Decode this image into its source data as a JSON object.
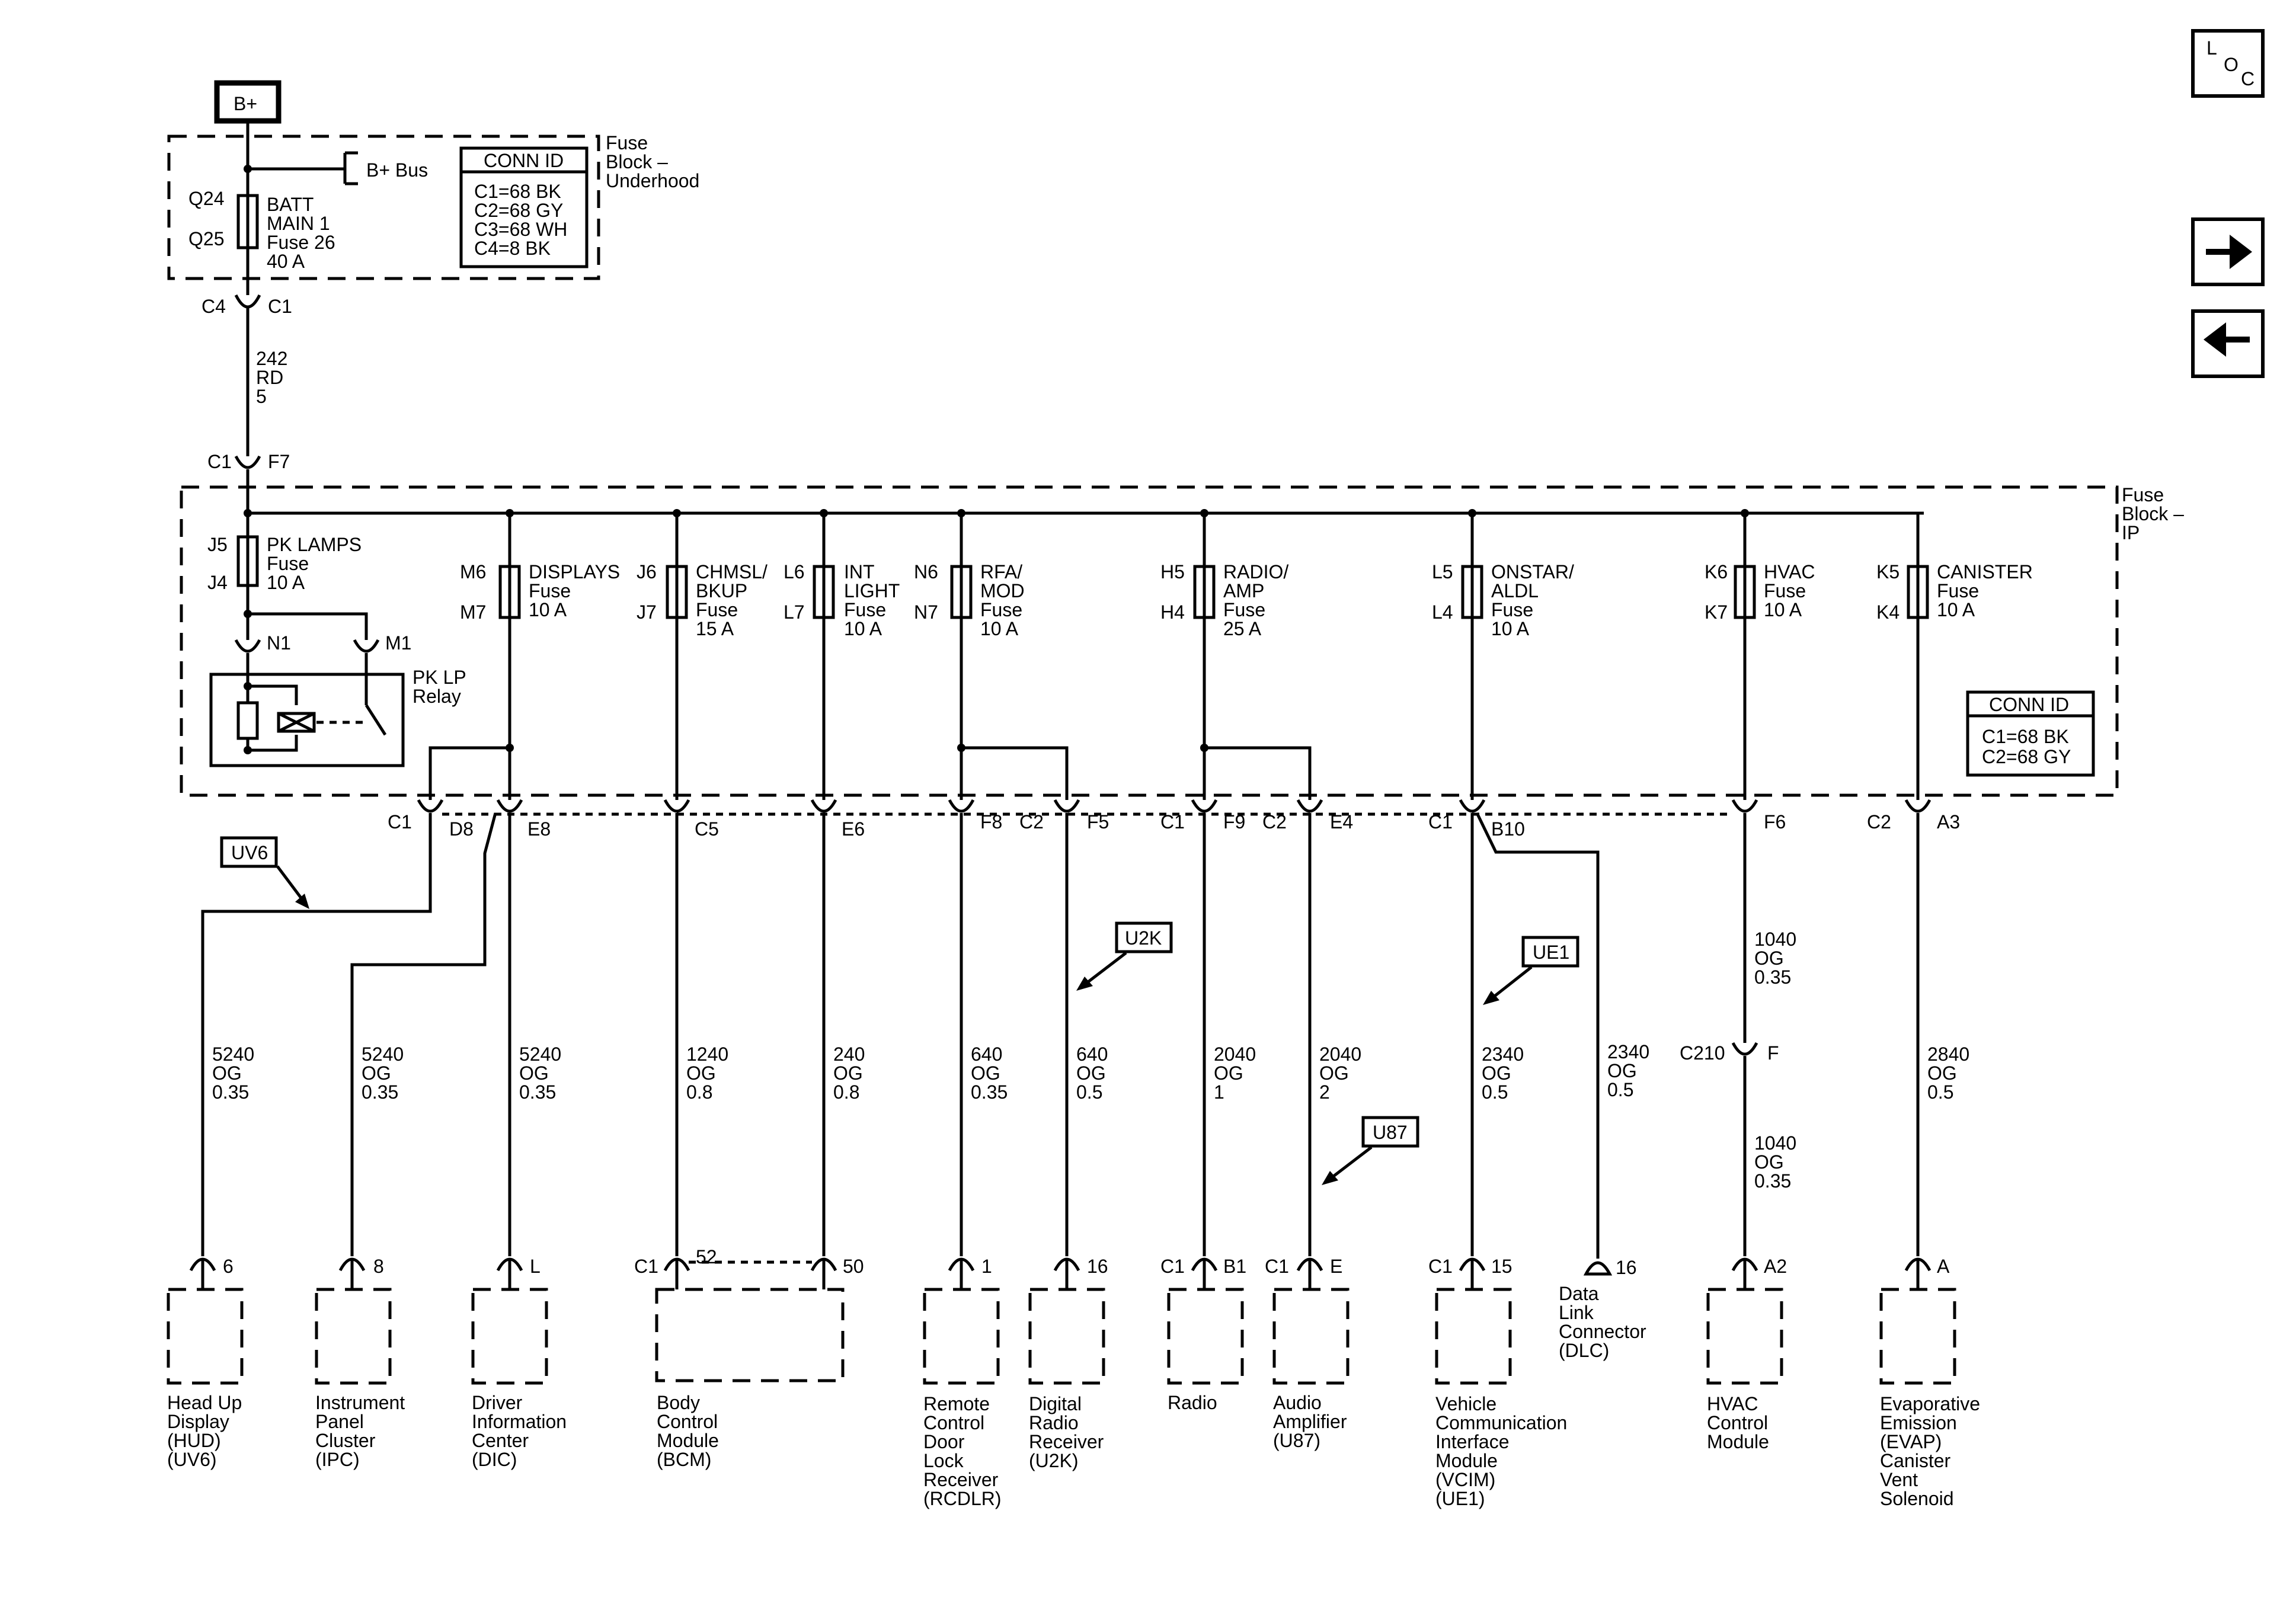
{
  "power": {
    "source": "B+",
    "bus": "B+ Bus",
    "underhood": {
      "name_1": "Fuse",
      "name_2": "Block –",
      "name_3": "Underhood",
      "pin_in": "Q24",
      "pin_out": "Q25",
      "fuse_1": "BATT",
      "fuse_2": "MAIN 1",
      "fuse_3": "Fuse 26",
      "fuse_4": "40 A",
      "conn_c4": "C4",
      "conn_c1": "C1"
    },
    "conn_id_top": {
      "title": "CONN ID",
      "l1": "C1=68 BK",
      "l2": "C2=68 GY",
      "l3": "C3=68 WH",
      "l4": "C4=8 BK"
    },
    "main_wire": {
      "ckt": "242",
      "color": "RD",
      "gauge": "5"
    },
    "ip_entry": {
      "c1": "C1",
      "f7": "F7"
    }
  },
  "ip_block": {
    "name_1": "Fuse",
    "name_2": "Block –",
    "name_3": "IP",
    "conn_id": {
      "title": "CONN ID",
      "l1": "C1=68 BK",
      "l2": "C2=68 GY"
    },
    "pk_lamps": {
      "p_in": "J5",
      "p_out": "J4",
      "l1": "PK LAMPS",
      "l2": "Fuse",
      "l3": "10 A"
    },
    "relay": {
      "n1": "N1",
      "m1": "M1",
      "l1": "PK LP",
      "l2": "Relay"
    },
    "fuses": [
      {
        "p_in": "M6",
        "p_out": "M7",
        "l1": "DISPLAYS",
        "l2": "Fuse",
        "l3": "10 A"
      },
      {
        "p_in": "J6",
        "p_out": "J7",
        "l1": "CHMSL/",
        "l2": "BKUP",
        "l3": "Fuse",
        "l4": "15 A"
      },
      {
        "p_in": "L6",
        "p_out": "L7",
        "l1": "INT",
        "l2": "LIGHT",
        "l3": "Fuse",
        "l4": "10 A"
      },
      {
        "p_in": "N6",
        "p_out": "N7",
        "l1": "RFA/",
        "l2": "MOD",
        "l3": "Fuse",
        "l4": "10 A"
      },
      {
        "p_in": "H5",
        "p_out": "H4",
        "l1": "RADIO/",
        "l2": "AMP",
        "l3": "Fuse",
        "l4": "25 A"
      },
      {
        "p_in": "L5",
        "p_out": "L4",
        "l1": "ONSTAR/",
        "l2": "ALDL",
        "l3": "Fuse",
        "l4": "10 A"
      },
      {
        "p_in": "K6",
        "p_out": "K7",
        "l1": "HVAC",
        "l2": "Fuse",
        "l3": "10 A"
      },
      {
        "p_in": "K5",
        "p_out": "K4",
        "l1": "CANISTER",
        "l2": "Fuse",
        "l3": "10 A"
      }
    ]
  },
  "connectors": {
    "c1_left": "C1",
    "d8": "D8",
    "e8": "E8",
    "c5": "C5",
    "e6": "E6",
    "f8": "F8",
    "c2_f5": "C2",
    "f5": "F5",
    "c1_f9": "C1",
    "f9": "F9",
    "c2_e4": "C2",
    "e4": "E4",
    "c1_b10": "C1",
    "b10": "B10",
    "f6": "F6",
    "c2_a3": "C2",
    "a3": "A3",
    "c210": "C210",
    "c210_pin": "F"
  },
  "options": {
    "uv6": "UV6",
    "u2k": "U2K",
    "ue1": "UE1",
    "u87": "U87"
  },
  "wires": [
    {
      "ckt": "5240",
      "color": "OG",
      "gauge": "0.35"
    },
    {
      "ckt": "5240",
      "color": "OG",
      "gauge": "0.35"
    },
    {
      "ckt": "5240",
      "color": "OG",
      "gauge": "0.35"
    },
    {
      "ckt": "1240",
      "color": "OG",
      "gauge": "0.8"
    },
    {
      "ckt": "240",
      "color": "OG",
      "gauge": "0.8"
    },
    {
      "ckt": "640",
      "color": "OG",
      "gauge": "0.35"
    },
    {
      "ckt": "640",
      "color": "OG",
      "gauge": "0.5"
    },
    {
      "ckt": "2040",
      "color": "OG",
      "gauge": "1"
    },
    {
      "ckt": "2040",
      "color": "OG",
      "gauge": "2"
    },
    {
      "ckt": "2340",
      "color": "OG",
      "gauge": "0.5"
    },
    {
      "ckt": "2340",
      "color": "OG",
      "gauge": "0.5"
    },
    {
      "ckt": "1040",
      "color": "OG",
      "gauge": "0.35"
    },
    {
      "ckt": "1040",
      "color": "OG",
      "gauge": "0.35"
    },
    {
      "ckt": "2840",
      "color": "OG",
      "gauge": "0.5"
    }
  ],
  "components": [
    {
      "pin": "6",
      "l1": "Head Up",
      "l2": "Display",
      "l3": "(HUD)",
      "l4": "(UV6)"
    },
    {
      "pin": "8",
      "l1": "Instrument",
      "l2": "Panel",
      "l3": "Cluster",
      "l4": "(IPC)"
    },
    {
      "pin": "L",
      "l1": "Driver",
      "l2": "Information",
      "l3": "Center",
      "l4": "(DIC)"
    },
    {
      "conn": "C1",
      "pin": "52",
      "pin2": "50",
      "l1": "Body",
      "l2": "Control",
      "l3": "Module",
      "l4": "(BCM)"
    },
    {
      "pin": "1",
      "l1": "Remote",
      "l2": "Control",
      "l3": "Door",
      "l4": "Lock",
      "l5": "Receiver",
      "l6": "(RCDLR)"
    },
    {
      "pin": "16",
      "l1": "Digital",
      "l2": "Radio",
      "l3": "Receiver",
      "l4": "(U2K)"
    },
    {
      "conn": "C1",
      "pin": "B1",
      "l1": "Radio"
    },
    {
      "conn": "C1",
      "pin": "E",
      "l1": "Audio",
      "l2": "Amplifier",
      "l3": "(U87)"
    },
    {
      "conn": "C1",
      "pin": "15",
      "l1": "Vehicle",
      "l2": "Communication",
      "l3": "Interface",
      "l4": "Module",
      "l5": "(VCIM)",
      "l6": "(UE1)"
    },
    {
      "pin": "16",
      "l1": "Data",
      "l2": "Link",
      "l3": "Connector",
      "l4": "(DLC)"
    },
    {
      "pin": "A2",
      "l1": "HVAC",
      "l2": "Control",
      "l3": "Module"
    },
    {
      "pin": "A",
      "l1": "Evaporative",
      "l2": "Emission",
      "l3": "(EVAP)",
      "l4": "Canister",
      "l5": "Vent",
      "l6": "Solenoid"
    }
  ],
  "nav": {
    "loc_l": "L",
    "loc_o": "O",
    "loc_c": "C"
  }
}
